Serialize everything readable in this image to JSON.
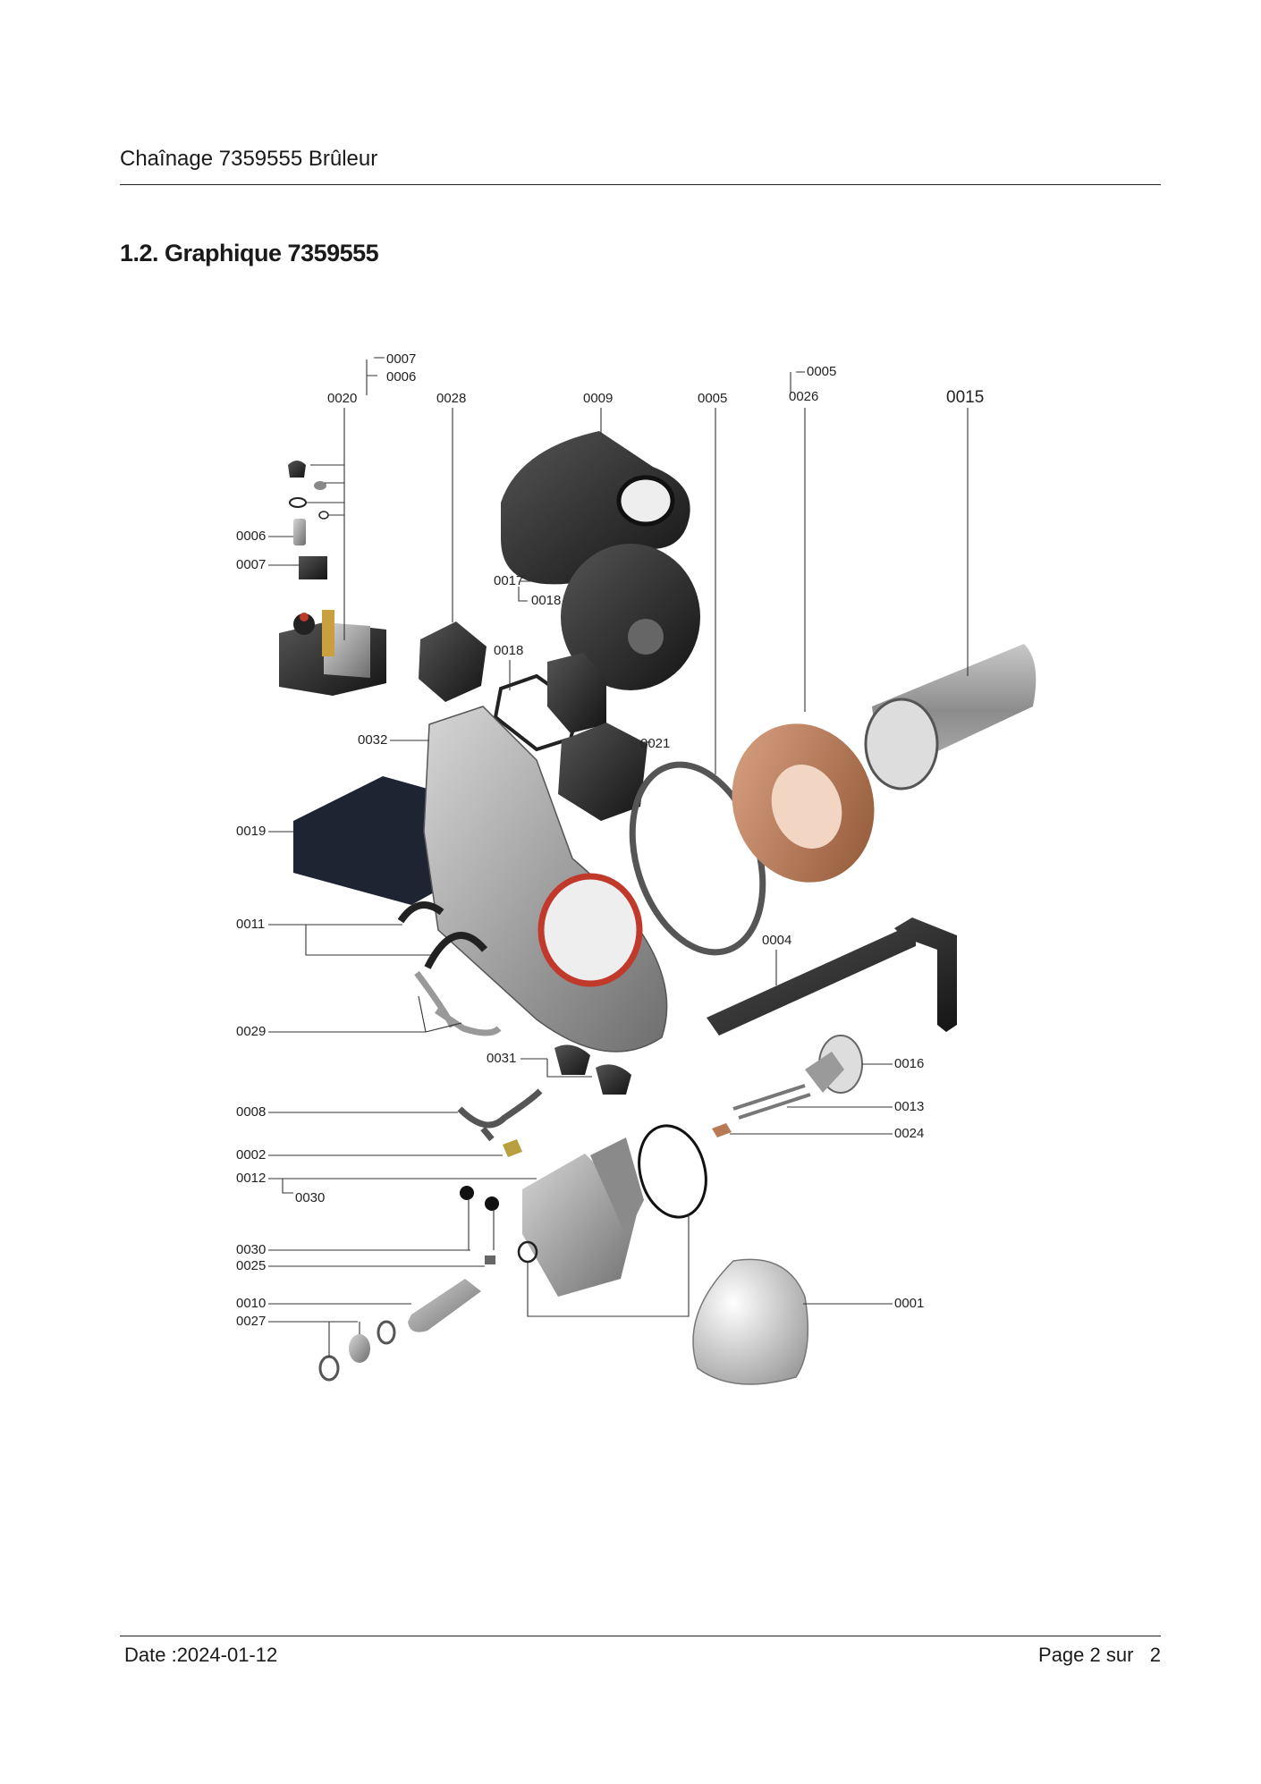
{
  "header": {
    "title": "Chaînage 7359555 Brûleur"
  },
  "section": {
    "title": "1.2. Graphique 7359555"
  },
  "diagram": {
    "callouts": {
      "c0007_top": "0007",
      "c0006_top": "0006",
      "c0020": "0020",
      "c0028": "0028",
      "c0009": "0009",
      "c0005_a": "0005",
      "c0005_b": "0005",
      "c0026": "0026",
      "c0015": "0015",
      "c0006": "0006",
      "c0007": "0007",
      "c0017": "0017",
      "c0018_a": "0018",
      "c0018_b": "0018",
      "c0032": "0032",
      "c0021": "0021",
      "c0019": "0019",
      "c0004": "0004",
      "c0011": "0011",
      "c0029": "0029",
      "c0031": "0031",
      "c0016": "0016",
      "c0013": "0013",
      "c0008": "0008",
      "c0024": "0024",
      "c0002": "0002",
      "c0012": "0012",
      "c0030_a": "0030",
      "c0030_b": "0030",
      "c0025": "0025",
      "c0010": "0010",
      "c0027": "0027",
      "c0001": "0001"
    }
  },
  "footer": {
    "date": "Date :2024-01-12",
    "page": "Page 2 sur   2"
  },
  "colors": {
    "copper": "#b87a55",
    "dark_part": "#2a2a2a",
    "steel": "#9a9a9a",
    "gasket_red": "#c0392b"
  }
}
